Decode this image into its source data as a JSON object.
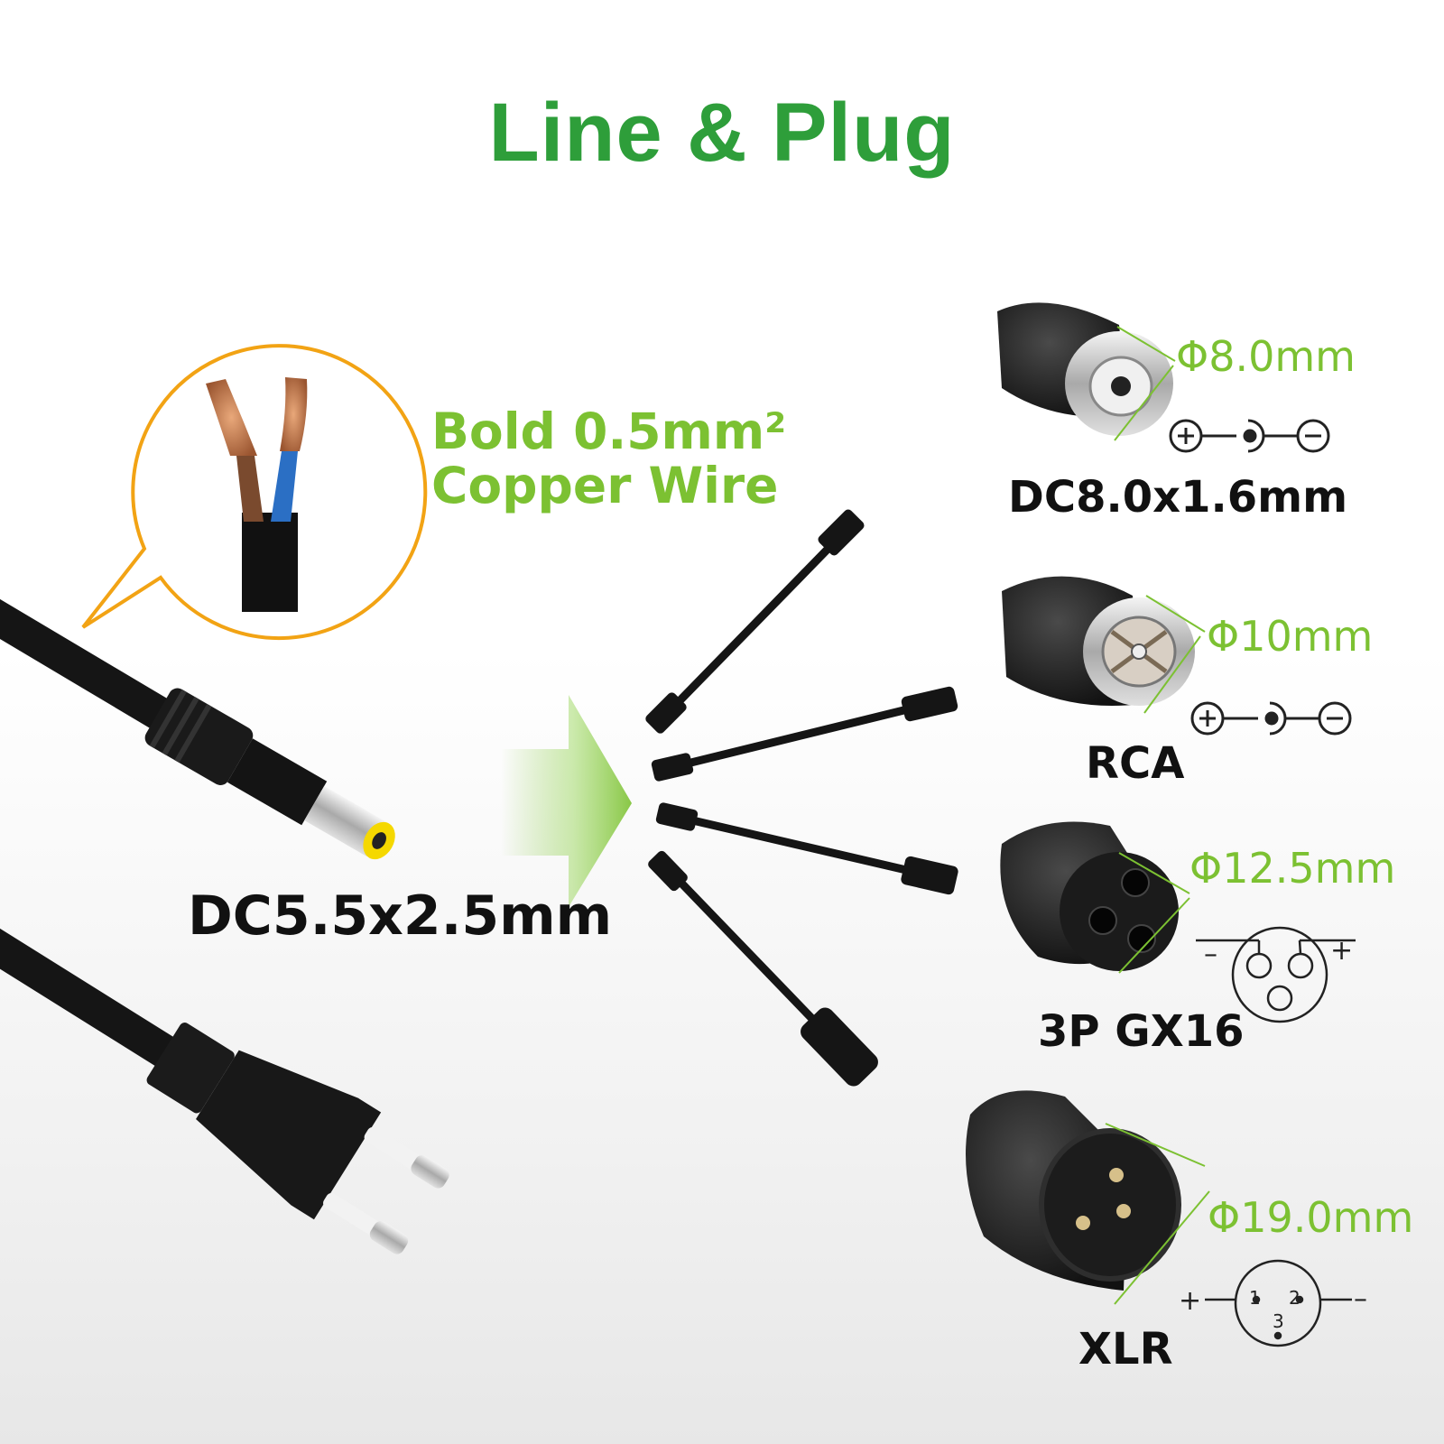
{
  "colors": {
    "title": "#2e9e3a",
    "accent": "#7cc132",
    "callout": "#f2a314",
    "text": "#111111",
    "cable": "#151515",
    "pin_yellow": "#f5d800"
  },
  "title": "Line & Plug",
  "wire": {
    "line1": "Bold 0.5mm²",
    "line2": "Copper Wire"
  },
  "input_plug": {
    "label": "DC5.5x2.5mm"
  },
  "plugs": [
    {
      "diameter": "Φ8.0mm",
      "label": "DC8.0x1.6mm"
    },
    {
      "diameter": "Φ10mm",
      "label": "RCA"
    },
    {
      "diameter": "Φ12.5mm",
      "label": "3P GX16"
    },
    {
      "diameter": "Φ19.0mm",
      "label": "XLR"
    }
  ],
  "pinouts": {
    "plus": "+",
    "minus": "–",
    "xlr_pin1": "1",
    "xlr_pin2": "2",
    "xlr_pin3": "3"
  }
}
